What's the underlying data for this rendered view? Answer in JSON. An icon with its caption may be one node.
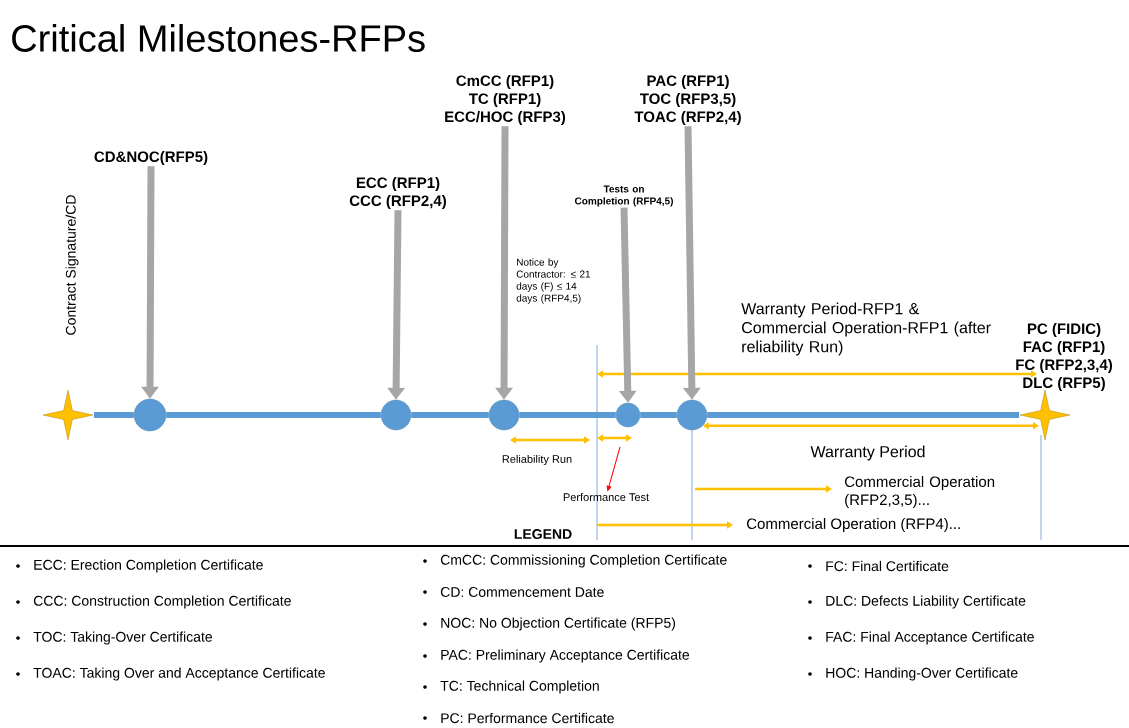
{
  "diagram": {
    "title": "Critical Milestones-RFPs",
    "nodes": [
      {
        "text": [],
        "shape": "star",
        "beside": [
          "Contract Signature/CD"
        ]
      },
      {
        "text": [
          "CD&NOC(RFP5)"
        ]
      },
      {
        "text": [],
        "shape": "circle"
      },
      {
        "text": [
          "ECC (RFP1)",
          "CCC (RFP2,4)"
        ]
      },
      {
        "text": [],
        "shape": "circle"
      },
      {
        "text": [
          "CmCC (RFP1)",
          "TC (RFP1)",
          "ECC/HOC (RFP3)"
        ]
      },
      {
        "text": [],
        "shape": "circle",
        "beside": [
          "Reliability Run"
        ]
      },
      {
        "text": [
          "Tests on Completion (RFP4,5)"
        ]
      },
      {
        "text": [],
        "shape": "circle"
      },
      {
        "text": [
          "PAC (RFP1)",
          "TOC (RFP3,5)",
          "TOAC (RFP2,4)"
        ]
      },
      {
        "text": [],
        "shape": "circle"
      },
      {
        "text": [],
        "shape": "star",
        "beside": [
          "PC (FIDIC)",
          "FAC (RFP1)",
          "FC (RFP2,3,4)",
          "DLC (RFP5)"
        ]
      },
      {
        "text": [
          "Performance Test"
        ]
      }
    ],
    "edges": [
      {
        "from": 1,
        "to": 2,
        "arrow": "to"
      },
      {
        "from": 3,
        "to": 4,
        "arrow": "to"
      },
      {
        "from": 5,
        "to": 6,
        "arrow": "to"
      },
      {
        "from": 7,
        "to": 8,
        "arrow": "to"
      },
      {
        "from": 9,
        "to": 10,
        "arrow": "to"
      },
      {
        "from": null,
        "to": 12,
        "arrow": "to",
        "color": "#ff0000"
      },
      {
        "from": 0,
        "to": 2,
        "arrow": "none",
        "color": "#5b9bd5"
      },
      {
        "from": 2,
        "to": 4,
        "arrow": "none",
        "color": "#5b9bd5"
      },
      {
        "from": 4,
        "to": 6,
        "arrow": "none",
        "color": "#5b9bd5"
      },
      {
        "from": 6,
        "to": 8,
        "arrow": "none",
        "color": "#5b9bd5"
      },
      {
        "from": 8,
        "to": 10,
        "arrow": "none",
        "color": "#5b9bd5"
      },
      {
        "from": 10,
        "to": 11,
        "arrow": "none",
        "color": "#5b9bd5"
      },
      {
        "from": 10,
        "to": 11,
        "arrow": "both",
        "color": "#ffc000",
        "label": "Warranty Period"
      }
    ],
    "labels": [
      "Notice by Contractor: ≤ 21 days (F) ≤ 14 days (RFP4,5)",
      "Warranty Period-RFP1 & Commercial Operation-RFP1 (after reliability Run)",
      "Commercial Operation (RFP2,3,5)...",
      "Commercial Operation (RFP4)...",
      "LEGEND",
      "ECC: Erection Completion Certificate",
      "CCC: Construction Completion Certificate",
      "TOC: Taking-Over Certificate",
      "TOAC: Taking Over and Acceptance Certificate",
      "CmCC: Commissioning Completion Certificate",
      "CD: Commencement Date",
      "NOC: No Objection Certificate (RFP5)",
      "PAC: Preliminary Acceptance Certificate",
      "TC: Technical Completion",
      "PC: Performance Certificate",
      "FC: Final Certificate",
      "DLC: Defects Liability Certificate",
      "FAC: Final Acceptance Certificate",
      "HOC: Handing-Over Certificate"
    ]
  }
}
